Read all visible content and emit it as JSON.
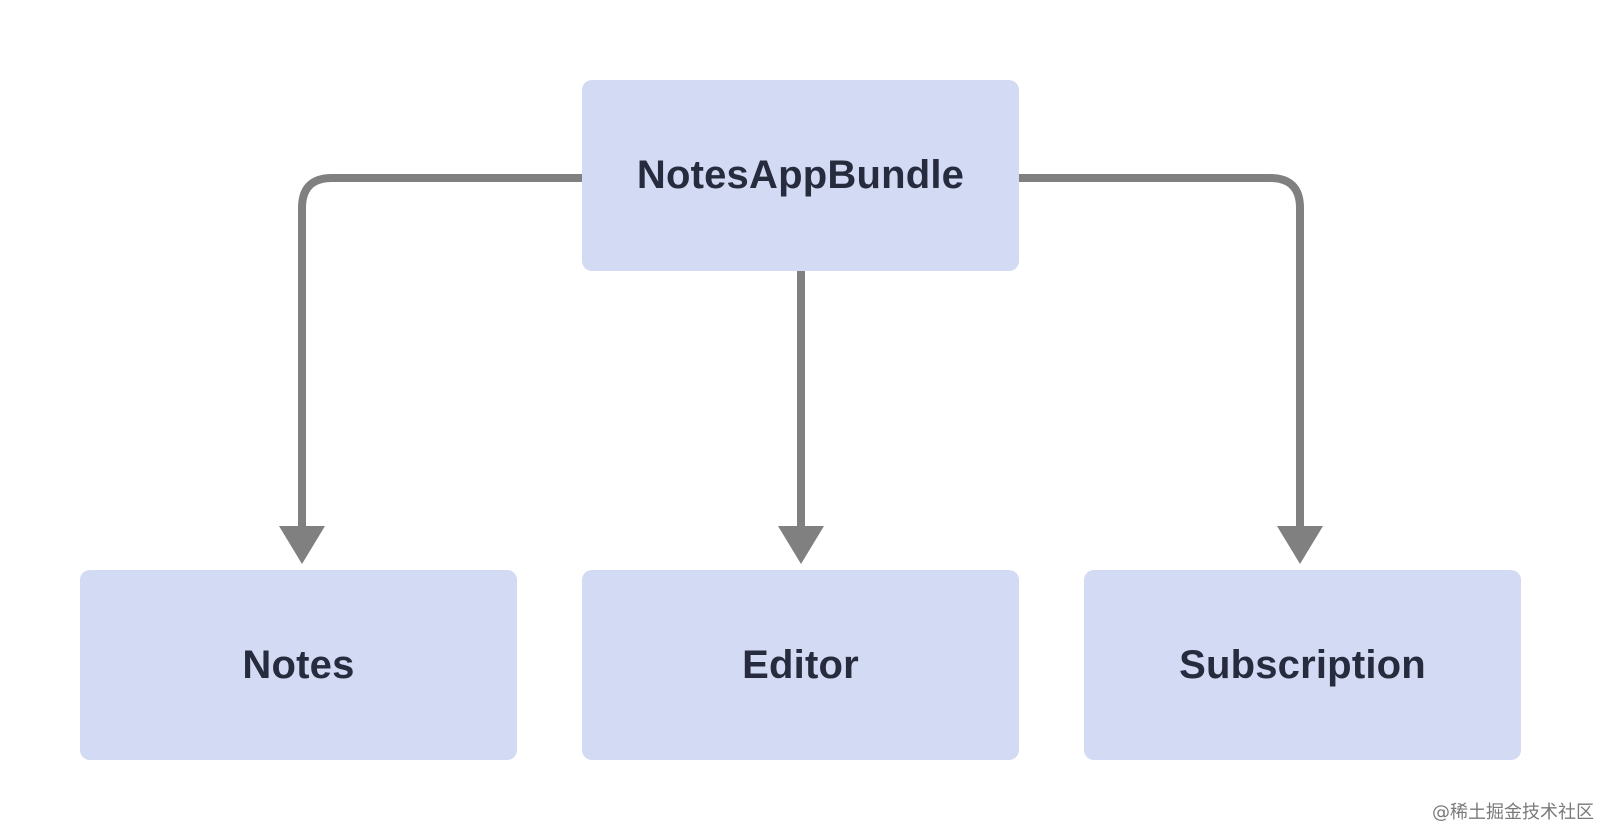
{
  "diagram": {
    "root": {
      "label": "NotesAppBundle"
    },
    "children": [
      {
        "label": "Notes"
      },
      {
        "label": "Editor"
      },
      {
        "label": "Subscription"
      }
    ]
  },
  "colors": {
    "node_fill": "#d3daf4",
    "node_text": "#262b3d",
    "connector": "#808080",
    "background": "#ffffff"
  },
  "watermark": "@稀土掘金技术社区"
}
